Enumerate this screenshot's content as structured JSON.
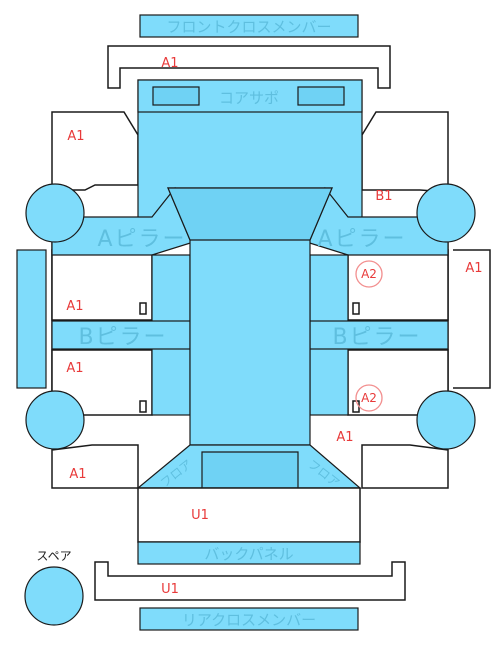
{
  "labels": {
    "front_cross_member": "フロントクロスメンバー",
    "core_support": "コアサポ",
    "a_pillar_left": "Aピラー",
    "a_pillar_right": "Aピラー",
    "b_pillar_left": "Bピラー",
    "b_pillar_right": "Bピラー",
    "back_panel": "バックパネル",
    "rear_cross_member": "リアクロスメンバー",
    "spare": "スペア",
    "floor_left": "フロア",
    "floor_right": "フロア"
  },
  "damage_codes": {
    "front_cross": "A1",
    "front_left": "A1",
    "front_right": "B1",
    "right_door_outer": "A1",
    "left_front_door": "A1",
    "left_rear_door": "A1",
    "right_front_door_circle": "A2",
    "right_rear_door_circle": "A2",
    "right_rear_quarter": "A1",
    "left_rear_quarter": "A1",
    "trunk": "U1",
    "rear_cross": "U1"
  },
  "colors": {
    "panel_fill": "#7fdcfb",
    "label_text": "#5fbfdf",
    "code_text": "#e83a3a",
    "outline": "#1a1a1a"
  }
}
